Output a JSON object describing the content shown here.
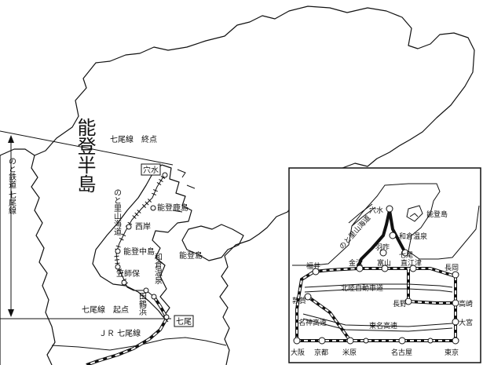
{
  "main_map": {
    "title": "能登半島",
    "noto_railway_label": "のと鉄道 七尾線",
    "nanao_line_end_label": "七尾線　終点",
    "nanao_line_start_label": "七尾線　起点",
    "jr_nanao_line_label": "ＪＲ 七尾線",
    "satoyama_label": "のと里山海道",
    "stations": {
      "anamizu": "穴水",
      "noto_kashima": "能登鹿島",
      "nishigishi": "西岸",
      "noto_nakajima": "能登中島",
      "kasashiho": "笠師保",
      "wakura_onsen": "和倉温泉",
      "tatsuruhama": "田鶴浜",
      "nanao": "七尾"
    },
    "island_label": "能登島"
  },
  "inset": {
    "anamizu": "穴水",
    "noto_island": "能登島",
    "satoyama": "のと里山海道",
    "wakura": "和倉温泉",
    "hakui": "羽咋",
    "nanao": "七尾",
    "fukui": "福井",
    "kanazawa": "金沢",
    "toyama": "富山",
    "naoetsu": "直江津",
    "nagaoka": "長岡",
    "hokuriku_expwy": "北陸自動車道",
    "tsuruga": "敦賀",
    "nagano": "長野",
    "takasaki": "高崎",
    "meishin_expwy": "名神高速",
    "tomei_expwy": "東名高速",
    "omiya": "大宮",
    "osaka": "大阪",
    "kyoto": "京都",
    "maibara": "米原",
    "nagoya": "名古屋",
    "tokyo": "東京"
  }
}
